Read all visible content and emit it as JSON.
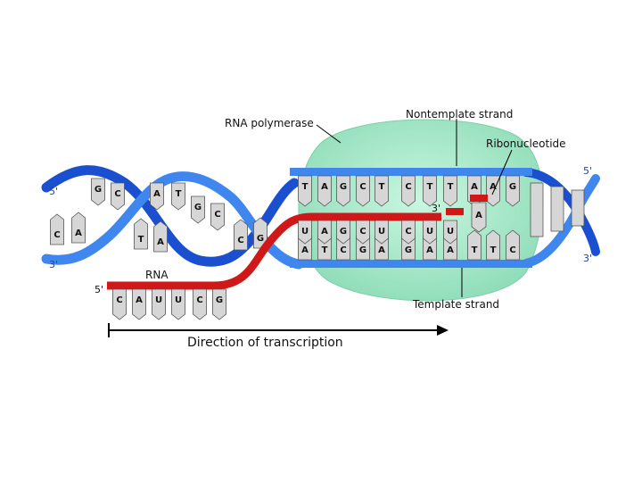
{
  "labels": {
    "rna_polymerase": "RNA polymerase",
    "nontemplate_strand": "Nontemplate strand",
    "ribonucleotide": "Ribonucleotide",
    "rna": "RNA",
    "template_strand": "Template strand",
    "direction": "Direction of transcription"
  },
  "ends": {
    "top_left_5": "5'",
    "bottom_left_3": "3'",
    "top_right_5": "5'",
    "bottom_right_3": "3'",
    "rna_5": "5'",
    "rna_3": "3'"
  },
  "sequences": {
    "nontemplate": [
      "T",
      "A",
      "G",
      "C",
      "T",
      "C",
      "T",
      "T",
      "A",
      "A",
      "G"
    ],
    "template": [
      "A",
      "T",
      "C",
      "G",
      "A",
      "G",
      "A",
      "A",
      "T",
      "T",
      "C"
    ],
    "rna_inside": [
      "U",
      "A",
      "G",
      "C",
      "U",
      "C",
      "U",
      "U"
    ],
    "rna_tail": [
      "C",
      "A",
      "U",
      "U",
      "C",
      "G"
    ],
    "incoming": "A",
    "left_helix_top": [
      "G",
      "C",
      "A",
      "T",
      "G",
      "C"
    ],
    "left_helix_bottom": [
      "C",
      "A",
      "T",
      "A",
      "C",
      "G"
    ]
  },
  "colors": {
    "dna_backbone": "#1a4fcf",
    "dna_backbone_light": "#3f86ee",
    "rna": "#d01818",
    "polymerase": "#a8ebcb",
    "base_fill": "#d6d6d6"
  }
}
